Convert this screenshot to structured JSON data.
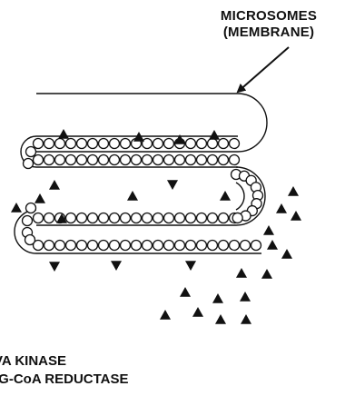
{
  "callout": {
    "line1": "MICROSOMES",
    "line2": "(MEMBRANE)"
  },
  "legend": {
    "item1": "VA KINASE",
    "item2": "IG-CoA REDUCTASE"
  },
  "colors": {
    "ink": "#111111",
    "background": "#ffffff"
  },
  "icons": {
    "enzyme_marker": "filled-triangle",
    "membrane_particle": "open-circle"
  }
}
